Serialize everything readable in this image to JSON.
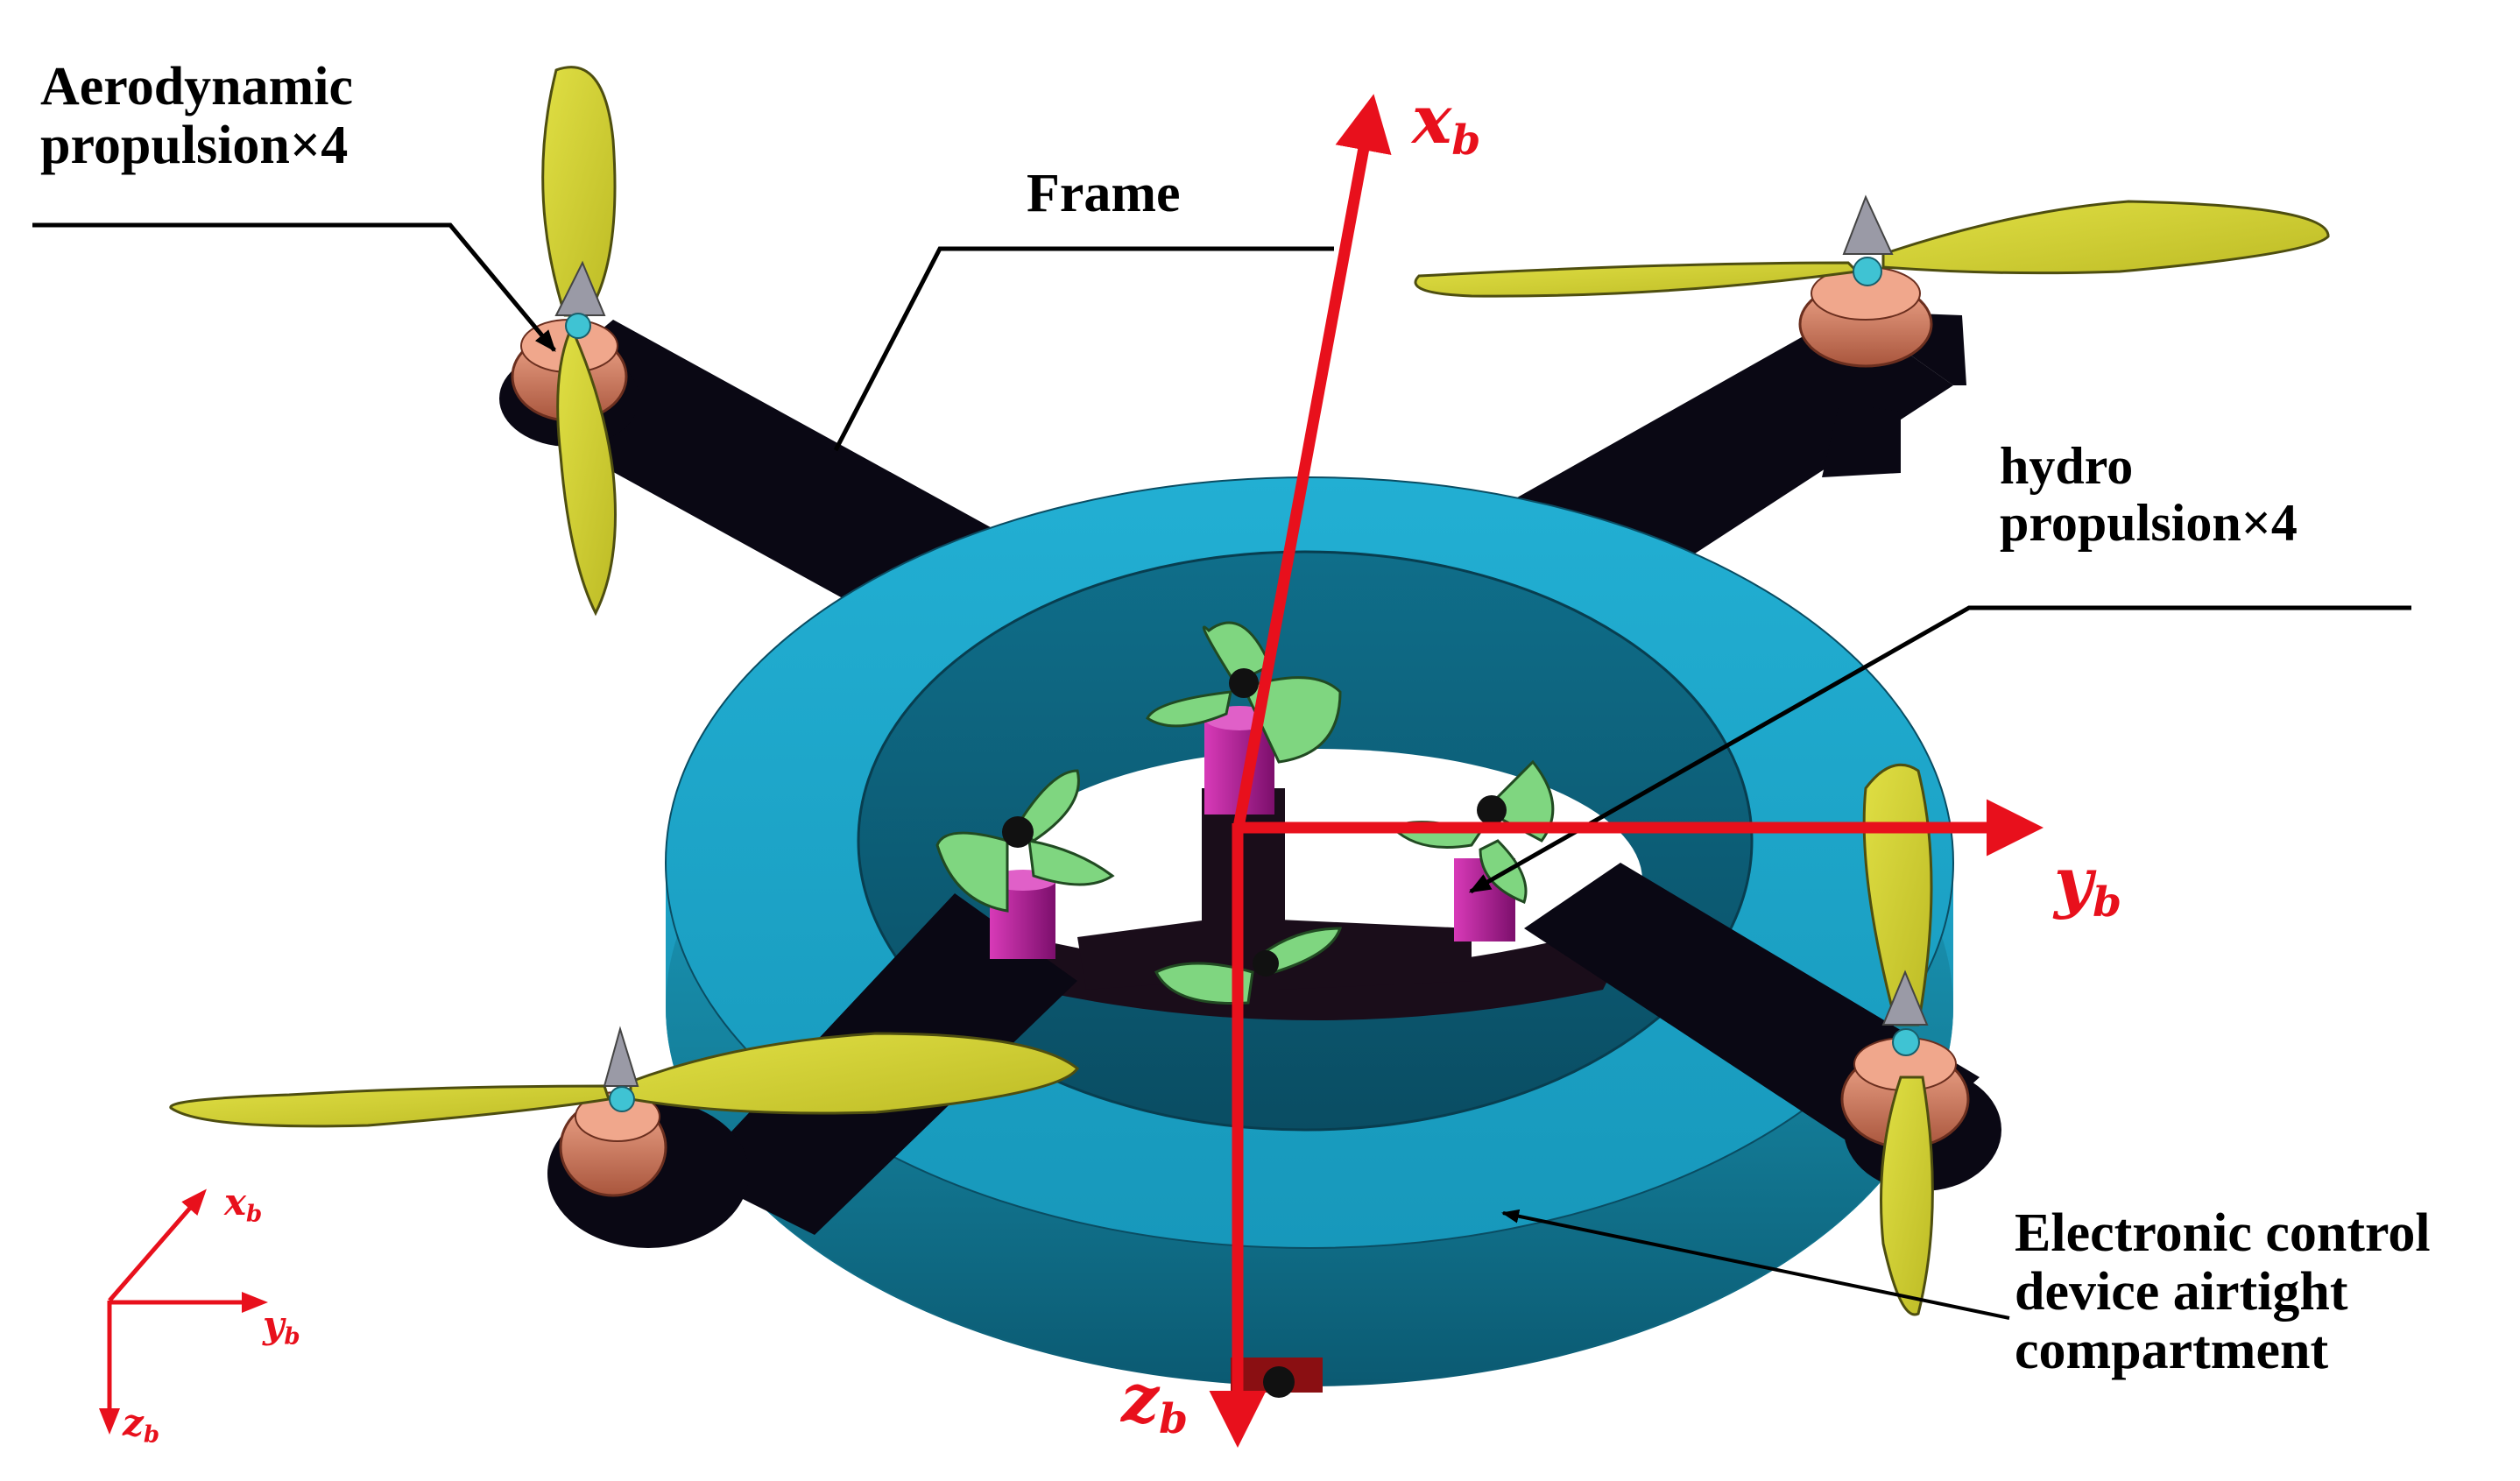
{
  "figure": {
    "subject": "Hybrid aerial-aquatic quad vehicle with annular airtight compartment",
    "colors": {
      "axis_red": "#e8101c",
      "ring_teal": "#1a9cc0",
      "ring_dark": "#0c5f7a",
      "frame_black": "#0a0814",
      "air_prop_yellow": "#d4d233",
      "motor_copper": "#d9876a",
      "hydro_prop_green": "#7fd680",
      "hydro_motor_magenta": "#b01a9a",
      "spinner_gray": "#9a9aa6",
      "leader_black": "#000000"
    }
  },
  "annotations": {
    "aerodynamic": {
      "line1": "Aerodynamic",
      "line2": "propulsion×4"
    },
    "frame": {
      "text": "Frame"
    },
    "hydro": {
      "line1": "hydro",
      "line2": "propulsion×4"
    },
    "compartment": {
      "line1": "Electronic control",
      "line2": "device airtight",
      "line3": "compartment"
    }
  },
  "axes_main": {
    "x": {
      "symbol": "x",
      "subscript": "b"
    },
    "y": {
      "symbol": "y",
      "subscript": "b"
    },
    "z": {
      "symbol": "z",
      "subscript": "b"
    }
  },
  "axes_legend": {
    "x": {
      "symbol": "x",
      "subscript": "b"
    },
    "y": {
      "symbol": "y",
      "subscript": "b"
    },
    "z": {
      "symbol": "z",
      "subscript": "b"
    }
  },
  "components": {
    "aerodynamic_propellers": 4,
    "hydro_propellers": 4,
    "frame_arms": 4
  }
}
